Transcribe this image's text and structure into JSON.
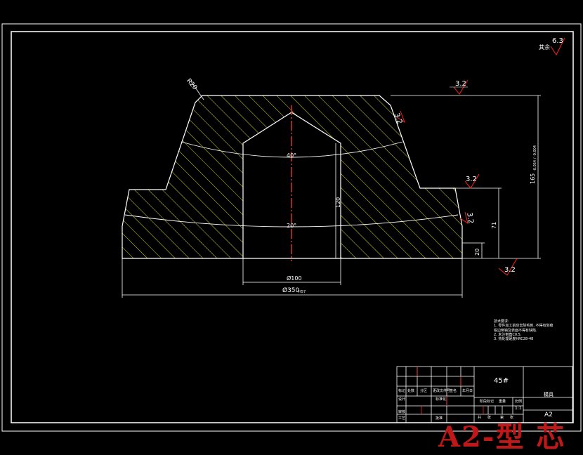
{
  "drawing": {
    "roughness_general": {
      "value": "6.3",
      "label": "其余"
    },
    "roughness": [
      "3.2",
      "3.2",
      "3.2",
      "3.2",
      "3.2"
    ],
    "dims": {
      "r20": "R20",
      "angle_top": "40°",
      "angle_bottom": "20°",
      "h120": "120",
      "h71": "71",
      "h20": "20",
      "h165": "165",
      "h165_tol": "-0.054 / -0.004",
      "d100": "Ø100",
      "d350": "Ø350",
      "d350_tol": "H57"
    },
    "notes": {
      "heading": "技术要求:",
      "lines": [
        "1. 零件加工前应去除毛刺, 不得有划痕",
        "   锐边倒钝及表面不得有缺陷.",
        "2. 未注倒角C0.5.",
        "3. 热处理硬度HRC28-48"
      ]
    },
    "title_block": {
      "material": "45#",
      "name": "模具",
      "drawing_no": "A2",
      "scale": "1:1",
      "row_labels": [
        "标记",
        "处数",
        "分区",
        "更改文件号",
        "签名",
        "年月日"
      ],
      "left_labels": [
        "设计",
        "审核",
        "工艺"
      ],
      "mid_labels": [
        "标准化",
        "批准"
      ],
      "stage_labels": [
        "阶段标记",
        "重量",
        "比例"
      ],
      "sheet_labels": [
        "共",
        "张",
        "第",
        "张"
      ]
    },
    "watermark": "A2-型 芯"
  },
  "colors": {
    "background": "#000000",
    "line": "#ffffff",
    "hatch": "#d9d927",
    "centerline": "#ff2020",
    "roughness_symbol": "#ff2020",
    "watermark": "#c01818"
  }
}
